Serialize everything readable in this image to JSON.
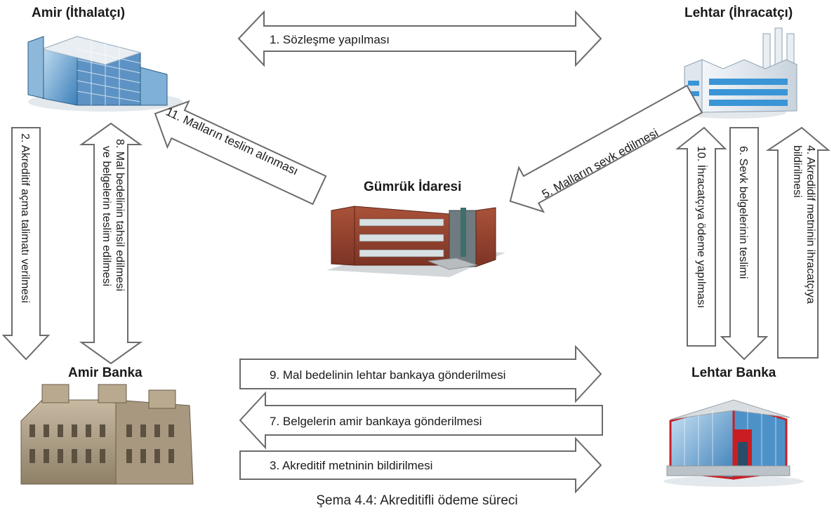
{
  "parties": {
    "importer": "Amir (İthalatçı)",
    "exporter": "Lehtar (İhracatçı)",
    "customs": "Gümrük İdaresi",
    "importer_bank": "Amir Banka",
    "exporter_bank": "Lehtar Banka"
  },
  "steps": {
    "s1": "1. Sözleşme yapılması",
    "s2": "2. Akreditif açma talimatı verilmesi",
    "s3": "3. Akreditif metninin bildirilmesi",
    "s4_line1": "4. Akredidif metninin ihracatçıya",
    "s4_line2": "bildirilmesi",
    "s5": "5. Malların sevk edilmesi",
    "s6": "6. Sevk belgelerinin teslimi",
    "s7": "7. Belgelerin amir bankaya gönderilmesi",
    "s8_line1": "8. Mal bedelinin tahsil edilmesi",
    "s8_line2": "ve belgelerin teslim edilmesi",
    "s9": "9. Mal bedelinin lehtar bankaya gönderilmesi",
    "s10": "10. İhracatçıya ödeme yapılması",
    "s11": "11. Malların teslim alınması"
  },
  "caption": "Şema 4.4: Akreditifli ödeme süreci",
  "colors": {
    "arrow_stroke": "#6b6b6b",
    "arrow_fill": "#ffffff"
  },
  "icons": {
    "importer": "office-building-icon",
    "exporter": "factory-icon",
    "customs": "customs-building-icon",
    "importer_bank": "classic-bank-building-icon",
    "exporter_bank": "modern-bank-building-icon"
  }
}
